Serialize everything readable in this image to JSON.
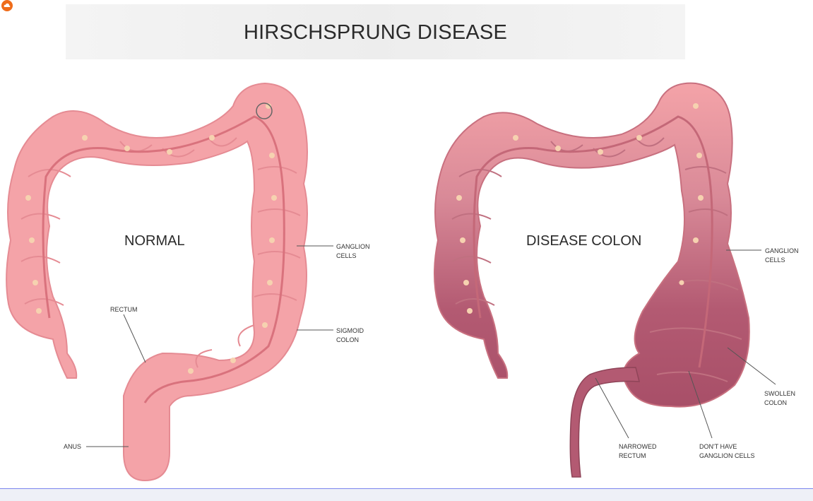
{
  "title": "HIRSCHSPRUNG DISEASE",
  "colors": {
    "normal_colon": "#f4a3a8",
    "normal_colon_dark": "#e07f88",
    "diseased_colon": "#b35a72",
    "ganglion": "#f6d2b0",
    "accent_badge": "#ef6c1a"
  },
  "normal": {
    "heading": "NORMAL",
    "labels": {
      "ganglion": [
        "GANGLION",
        "CELLS"
      ],
      "sigmoid": [
        "SIGMOID",
        "COLON"
      ],
      "rectum": "RECTUM",
      "anus": "ANUS"
    }
  },
  "disease": {
    "heading": "DISEASE COLON",
    "labels": {
      "ganglion": [
        "GANGLION",
        "CELLS"
      ],
      "swollen": [
        "SWOLLEN",
        "COLON"
      ],
      "narrowed": [
        "NARROWED",
        "RECTUM"
      ],
      "no_ganglion": [
        "DON'T HAVE",
        "GANGLION CELLS"
      ]
    }
  }
}
